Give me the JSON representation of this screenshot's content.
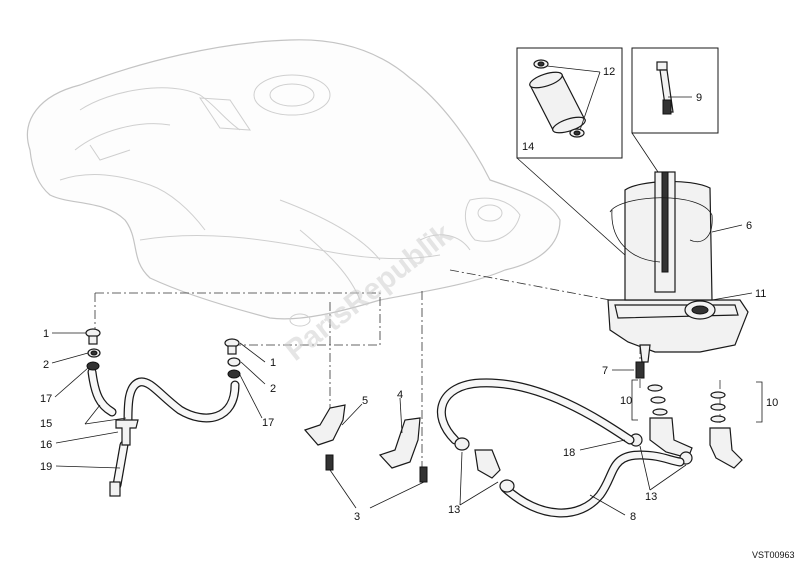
{
  "diagram": {
    "watermark": "PartsRepublik",
    "drawing_code": "VST00963",
    "callouts": {
      "c1a": "1",
      "c1b": "1",
      "c2a": "2",
      "c2b": "2",
      "c3": "3",
      "c4": "4",
      "c5": "5",
      "c6": "6",
      "c7": "7",
      "c8": "8",
      "c9": "9",
      "c10a": "10",
      "c10b": "10",
      "c11": "11",
      "c12": "12",
      "c13a": "13",
      "c13b": "13",
      "c14": "14",
      "c15": "15",
      "c16": "16",
      "c17a": "17",
      "c17b": "17",
      "c18": "18",
      "c19": "19"
    }
  }
}
